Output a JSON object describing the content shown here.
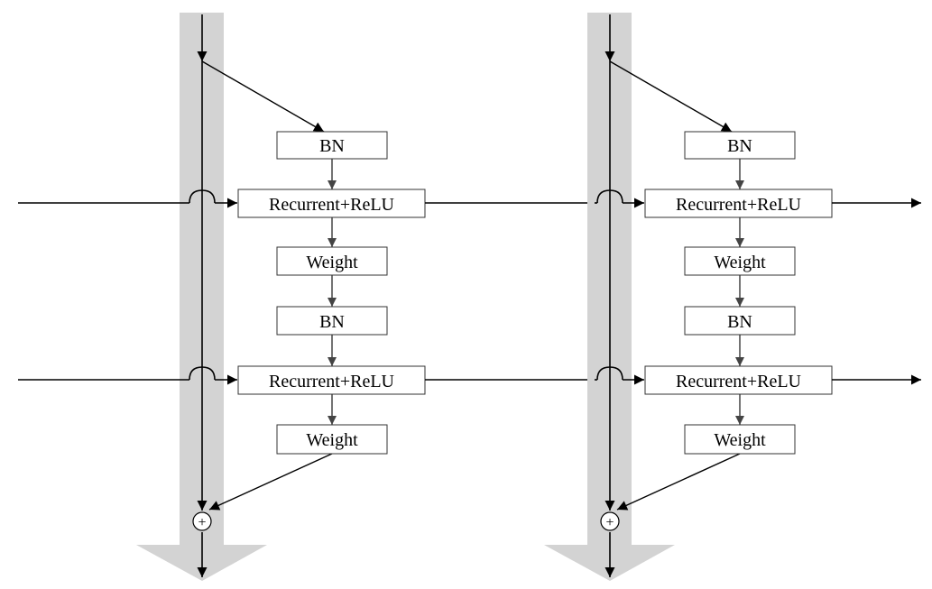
{
  "colors": {
    "highway": "#d3d3d3",
    "main_line": "#000000",
    "inner_arrow": "#444444",
    "box_stroke": "#333333"
  },
  "blocks": [
    {
      "boxes": [
        "BN",
        "Recurrent+ReLU",
        "Weight",
        "BN",
        "Recurrent+ReLU",
        "Weight"
      ],
      "sum_symbol": "+"
    },
    {
      "boxes": [
        "BN",
        "Recurrent+ReLU",
        "Weight",
        "BN",
        "Recurrent+ReLU",
        "Weight"
      ],
      "sum_symbol": "+"
    }
  ]
}
